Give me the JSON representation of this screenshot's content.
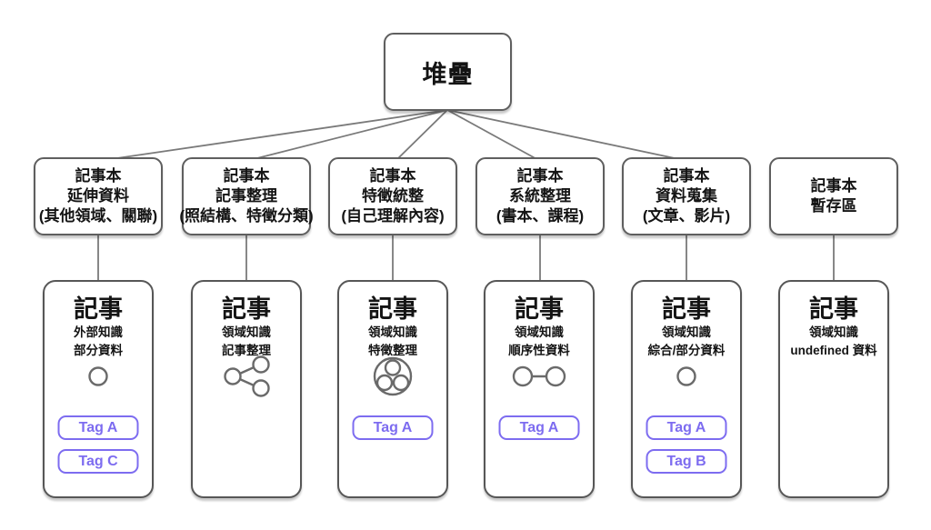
{
  "colors": {
    "accent": "#7d6cf0",
    "node-border": "#5f5f5f",
    "line": "#7a7a7a",
    "text": "#141414"
  },
  "root": {
    "label": "堆疊"
  },
  "notebooks": [
    {
      "line1": "記事本",
      "line2": "延伸資料",
      "line3": "(其他領域、關聯)"
    },
    {
      "line1": "記事本",
      "line2": "記事整理",
      "line3": "(照結構、特徵分類)"
    },
    {
      "line1": "記事本",
      "line2": "特徵統整",
      "line3": "(自己理解內容)"
    },
    {
      "line1": "記事本",
      "line2": "系統整理",
      "line3": "(書本、課程)"
    },
    {
      "line1": "記事本",
      "line2": "資料蒐集",
      "line3": "(文章、影片)"
    },
    {
      "line1": "記事本",
      "line2": "暫存區"
    }
  ],
  "notes": [
    {
      "title": "記事",
      "desc1": "外部知識",
      "desc2": "部分資料",
      "icon": "circle-icon",
      "tags": [
        "Tag A",
        "Tag C"
      ]
    },
    {
      "title": "記事",
      "desc1": "領域知識",
      "desc2": "記事整理",
      "icon": "share-icon",
      "tags": []
    },
    {
      "title": "記事",
      "desc1": "領域知識",
      "desc2": "特徵整理",
      "icon": "cluster-icon",
      "tags": [
        "Tag A"
      ]
    },
    {
      "title": "記事",
      "desc1": "領域知識",
      "desc2": "順序性資料",
      "icon": "link-icon",
      "tags": [
        "Tag A"
      ]
    },
    {
      "title": "記事",
      "desc1": "領域知識",
      "desc2": "綜合/部分資料",
      "icon": "circle-icon",
      "tags": [
        "Tag A",
        "Tag B"
      ]
    },
    {
      "title": "記事",
      "desc1": "領域知識",
      "desc2_bold": "undefined",
      "desc2_rest": "資料",
      "icon": "none",
      "tags": []
    }
  ]
}
